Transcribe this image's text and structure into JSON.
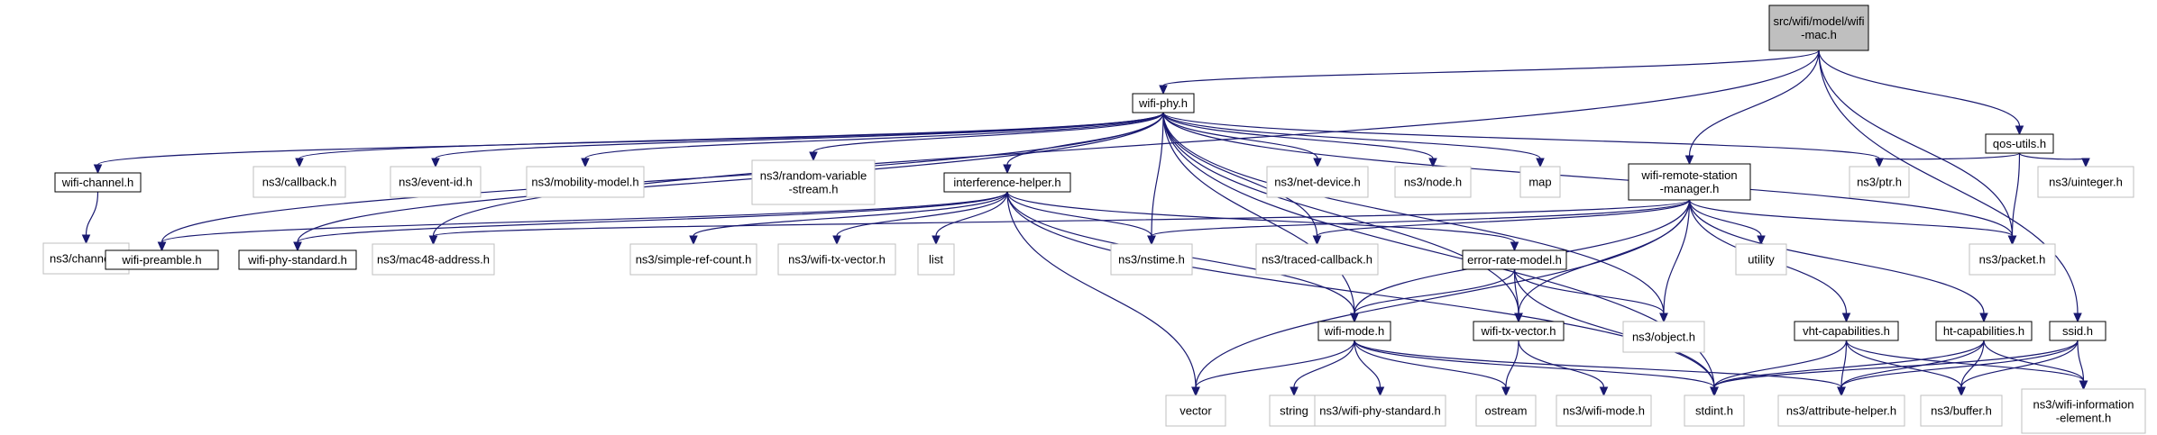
{
  "graph": {
    "title": "",
    "colors": {
      "edge": "#191970",
      "root_fill": "#bfbfbf",
      "doc_border": "#000000",
      "ext_border": "#bfbfbf"
    },
    "nodes": [
      {
        "id": "root",
        "kind": "root",
        "lines": [
          "src/wifi/model/wifi",
          "-mac.h"
        ]
      },
      {
        "id": "wifiphy",
        "kind": "doc",
        "lines": [
          "wifi-phy.h"
        ]
      },
      {
        "id": "qosutils",
        "kind": "doc",
        "lines": [
          "qos-utils.h"
        ]
      },
      {
        "id": "wifichannel",
        "kind": "doc",
        "lines": [
          "wifi-channel.h"
        ]
      },
      {
        "id": "callback",
        "kind": "ext",
        "lines": [
          "ns3/callback.h"
        ]
      },
      {
        "id": "eventid",
        "kind": "ext",
        "lines": [
          "ns3/event-id.h"
        ]
      },
      {
        "id": "mobility",
        "kind": "ext",
        "lines": [
          "ns3/mobility-model.h"
        ]
      },
      {
        "id": "randomvar",
        "kind": "ext",
        "lines": [
          "ns3/random-variable",
          "-stream.h"
        ]
      },
      {
        "id": "interference",
        "kind": "doc",
        "lines": [
          "interference-helper.h"
        ]
      },
      {
        "id": "netdevice",
        "kind": "ext",
        "lines": [
          "ns3/net-device.h"
        ]
      },
      {
        "id": "node",
        "kind": "ext",
        "lines": [
          "ns3/node.h"
        ]
      },
      {
        "id": "map",
        "kind": "ext",
        "lines": [
          "map"
        ]
      },
      {
        "id": "wrsm",
        "kind": "doc",
        "lines": [
          "wifi-remote-station",
          "-manager.h"
        ]
      },
      {
        "id": "ptr",
        "kind": "ext",
        "lines": [
          "ns3/ptr.h"
        ]
      },
      {
        "id": "uinteger",
        "kind": "ext",
        "lines": [
          "ns3/uinteger.h"
        ]
      },
      {
        "id": "channel",
        "kind": "ext",
        "lines": [
          "ns3/channel.h"
        ]
      },
      {
        "id": "preamble",
        "kind": "doc",
        "lines": [
          "wifi-preamble.h"
        ]
      },
      {
        "id": "phystandard",
        "kind": "doc",
        "lines": [
          "wifi-phy-standard.h"
        ]
      },
      {
        "id": "mac48",
        "kind": "ext",
        "lines": [
          "ns3/mac48-address.h"
        ]
      },
      {
        "id": "simpleref",
        "kind": "ext",
        "lines": [
          "ns3/simple-ref-count.h"
        ]
      },
      {
        "id": "txvectorns3",
        "kind": "ext",
        "lines": [
          "ns3/wifi-tx-vector.h"
        ]
      },
      {
        "id": "list",
        "kind": "ext",
        "lines": [
          "list"
        ]
      },
      {
        "id": "nstime",
        "kind": "ext",
        "lines": [
          "ns3/nstime.h"
        ]
      },
      {
        "id": "traced",
        "kind": "ext",
        "lines": [
          "ns3/traced-callback.h"
        ]
      },
      {
        "id": "errorrate",
        "kind": "doc",
        "lines": [
          "error-rate-model.h"
        ]
      },
      {
        "id": "utility",
        "kind": "ext",
        "lines": [
          "utility"
        ]
      },
      {
        "id": "packet",
        "kind": "ext",
        "lines": [
          "ns3/packet.h"
        ]
      },
      {
        "id": "ssid",
        "kind": "doc",
        "lines": [
          "ssid.h"
        ]
      },
      {
        "id": "object",
        "kind": "ext",
        "lines": [
          "ns3/object.h"
        ]
      },
      {
        "id": "wifimode",
        "kind": "doc",
        "lines": [
          "wifi-mode.h"
        ]
      },
      {
        "id": "txvector",
        "kind": "doc",
        "lines": [
          "wifi-tx-vector.h"
        ]
      },
      {
        "id": "vht",
        "kind": "doc",
        "lines": [
          "vht-capabilities.h"
        ]
      },
      {
        "id": "ht",
        "kind": "doc",
        "lines": [
          "ht-capabilities.h"
        ]
      },
      {
        "id": "vector",
        "kind": "ext",
        "lines": [
          "vector"
        ]
      },
      {
        "id": "string",
        "kind": "ext",
        "lines": [
          "string"
        ]
      },
      {
        "id": "phystandardns3",
        "kind": "ext",
        "lines": [
          "ns3/wifi-phy-standard.h"
        ]
      },
      {
        "id": "ostream",
        "kind": "ext",
        "lines": [
          "ostream"
        ]
      },
      {
        "id": "wifimodens3",
        "kind": "ext",
        "lines": [
          "ns3/wifi-mode.h"
        ]
      },
      {
        "id": "stdint",
        "kind": "ext",
        "lines": [
          "stdint.h"
        ]
      },
      {
        "id": "attrhelper",
        "kind": "ext",
        "lines": [
          "ns3/attribute-helper.h"
        ]
      },
      {
        "id": "buffer",
        "kind": "ext",
        "lines": [
          "ns3/buffer.h"
        ]
      },
      {
        "id": "infoelem",
        "kind": "ext",
        "lines": [
          "ns3/wifi-information",
          "-element.h"
        ]
      }
    ],
    "edges": [
      [
        "root",
        "wifiphy"
      ],
      [
        "root",
        "qosutils"
      ],
      [
        "root",
        "wrsm"
      ],
      [
        "root",
        "mac48"
      ],
      [
        "root",
        "packet"
      ],
      [
        "root",
        "ssid"
      ],
      [
        "wifiphy",
        "wifichannel"
      ],
      [
        "wifiphy",
        "callback"
      ],
      [
        "wifiphy",
        "eventid"
      ],
      [
        "wifiphy",
        "mobility"
      ],
      [
        "wifiphy",
        "randomvar"
      ],
      [
        "wifiphy",
        "interference"
      ],
      [
        "wifiphy",
        "netdevice"
      ],
      [
        "wifiphy",
        "node"
      ],
      [
        "wifiphy",
        "map"
      ],
      [
        "wifiphy",
        "ptr"
      ],
      [
        "wifiphy",
        "preamble"
      ],
      [
        "wifiphy",
        "phystandard"
      ],
      [
        "wifiphy",
        "nstime"
      ],
      [
        "wifiphy",
        "traced"
      ],
      [
        "wifiphy",
        "object"
      ],
      [
        "wifiphy",
        "wifimode"
      ],
      [
        "wifiphy",
        "txvector"
      ],
      [
        "wifiphy",
        "stdint"
      ],
      [
        "wifiphy",
        "packet"
      ],
      [
        "qosutils",
        "ptr"
      ],
      [
        "qosutils",
        "uinteger"
      ],
      [
        "qosutils",
        "packet"
      ],
      [
        "wifichannel",
        "channel"
      ],
      [
        "interference",
        "preamble"
      ],
      [
        "interference",
        "phystandard"
      ],
      [
        "interference",
        "simpleref"
      ],
      [
        "interference",
        "txvectorns3"
      ],
      [
        "interference",
        "list"
      ],
      [
        "interference",
        "nstime"
      ],
      [
        "interference",
        "errorrate"
      ],
      [
        "interference",
        "vector"
      ],
      [
        "interference",
        "wifimode"
      ],
      [
        "interference",
        "stdint"
      ],
      [
        "wrsm",
        "mac48"
      ],
      [
        "wrsm",
        "nstime"
      ],
      [
        "wrsm",
        "traced"
      ],
      [
        "wrsm",
        "utility"
      ],
      [
        "wrsm",
        "packet"
      ],
      [
        "wrsm",
        "object"
      ],
      [
        "wrsm",
        "wifimode"
      ],
      [
        "wrsm",
        "txvector"
      ],
      [
        "wrsm",
        "vht"
      ],
      [
        "wrsm",
        "ht"
      ],
      [
        "wrsm",
        "vector"
      ],
      [
        "errorrate",
        "wifimode"
      ],
      [
        "errorrate",
        "txvector"
      ],
      [
        "errorrate",
        "object"
      ],
      [
        "errorrate",
        "stdint"
      ],
      [
        "wifimode",
        "vector"
      ],
      [
        "wifimode",
        "string"
      ],
      [
        "wifimode",
        "phystandardns3"
      ],
      [
        "wifimode",
        "ostream"
      ],
      [
        "wifimode",
        "stdint"
      ],
      [
        "wifimode",
        "attrhelper"
      ],
      [
        "txvector",
        "ostream"
      ],
      [
        "txvector",
        "wifimodens3"
      ],
      [
        "vht",
        "stdint"
      ],
      [
        "vht",
        "attrhelper"
      ],
      [
        "vht",
        "buffer"
      ],
      [
        "vht",
        "infoelem"
      ],
      [
        "ht",
        "stdint"
      ],
      [
        "ht",
        "attrhelper"
      ],
      [
        "ht",
        "buffer"
      ],
      [
        "ht",
        "infoelem"
      ],
      [
        "ssid",
        "stdint"
      ],
      [
        "ssid",
        "attrhelper"
      ],
      [
        "ssid",
        "buffer"
      ],
      [
        "ssid",
        "infoelem"
      ]
    ]
  }
}
